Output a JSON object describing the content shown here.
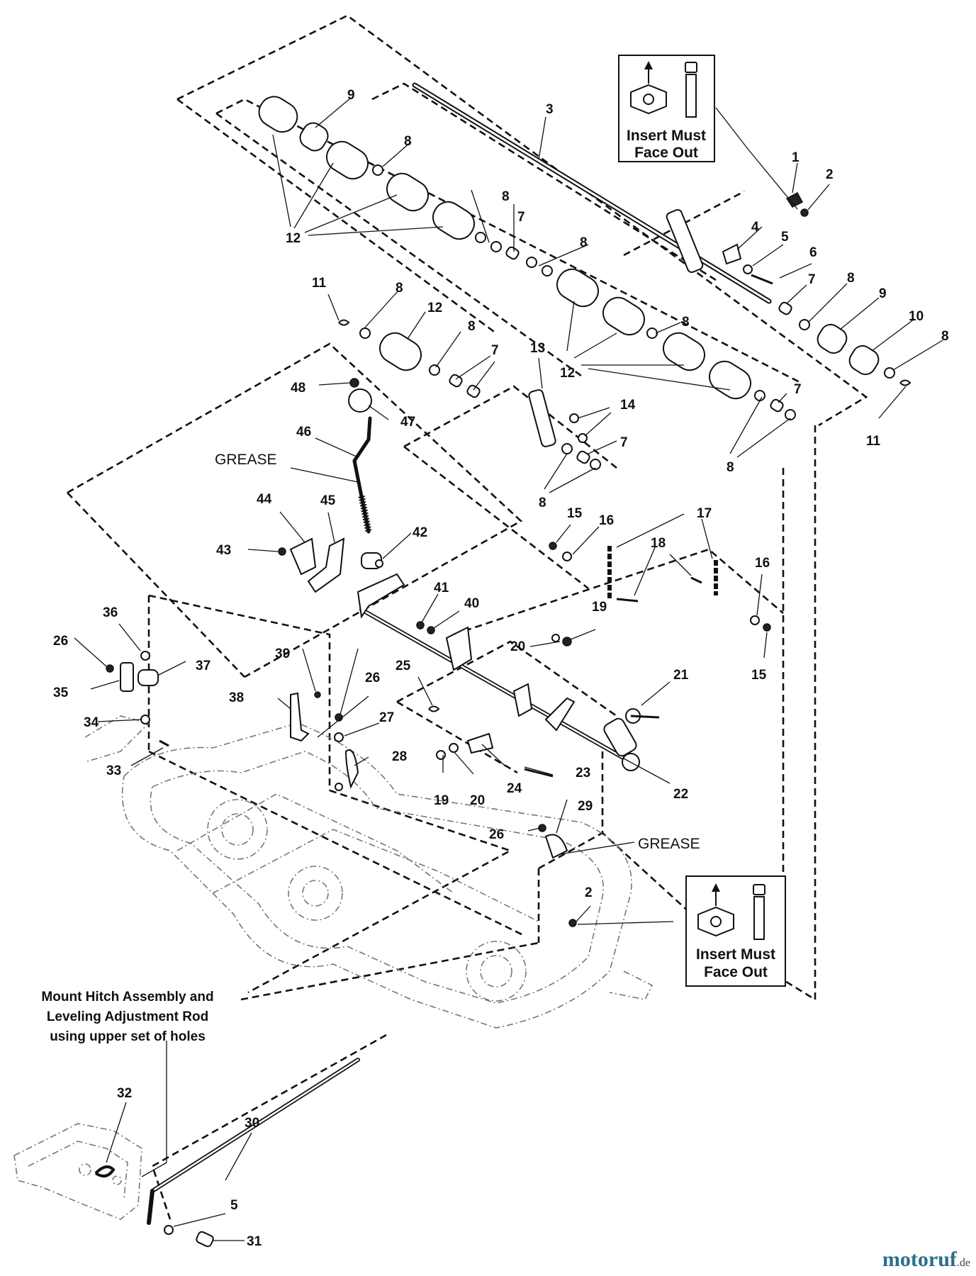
{
  "callouts": {
    "c1": "1",
    "c2a": "2",
    "c2b": "2",
    "c3": "3",
    "c4": "4",
    "c5a": "5",
    "c5b": "5",
    "c6": "6",
    "c7a": "7",
    "c7b": "7",
    "c7c": "7",
    "c7d": "7",
    "c7e": "7",
    "c8a": "8",
    "c8b": "8",
    "c8c": "8",
    "c8d": "8",
    "c8e": "8",
    "c8f": "8",
    "c8g": "8",
    "c8h": "8",
    "c8i": "8",
    "c8j": "8",
    "c9a": "9",
    "c9b": "9",
    "c10": "10",
    "c11a": "11",
    "c11b": "11",
    "c12a": "12",
    "c12b": "12",
    "c12c": "12",
    "c13": "13",
    "c14": "14",
    "c15a": "15",
    "c15b": "15",
    "c16a": "16",
    "c16b": "16",
    "c17": "17",
    "c18": "18",
    "c19a": "19",
    "c19b": "19",
    "c20a": "20",
    "c20b": "20",
    "c21": "21",
    "c22": "22",
    "c23": "23",
    "c24": "24",
    "c25": "25",
    "c26a": "26",
    "c26b": "26",
    "c26c": "26",
    "c27": "27",
    "c28": "28",
    "c29": "29",
    "c30": "30",
    "c31": "31",
    "c32": "32",
    "c33": "33",
    "c34": "34",
    "c35": "35",
    "c36": "36",
    "c37": "37",
    "c38": "38",
    "c39": "39",
    "c40": "40",
    "c41": "41",
    "c42": "42",
    "c43": "43",
    "c44": "44",
    "c45": "45",
    "c46": "46",
    "c47": "47",
    "c48": "48"
  },
  "labels": {
    "grease_1": "GREASE",
    "grease_2": "GREASE"
  },
  "insert_box_top": {
    "line1": "Insert Must",
    "line2": "Face Out"
  },
  "insert_box_bottom": {
    "line1": "Insert Must",
    "line2": "Face Out"
  },
  "mount_note": {
    "line1": "Mount Hitch Assembly and",
    "line2": "Leveling Adjustment Rod",
    "line3": "using upper set of holes"
  },
  "watermark": {
    "brand": "motoruf",
    "tld": ".de"
  }
}
